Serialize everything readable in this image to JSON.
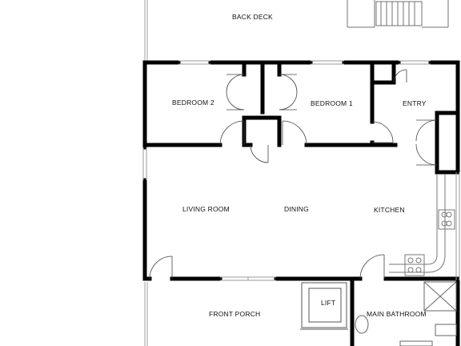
{
  "rooms": {
    "back_deck": "BACK DECK",
    "bedroom_2": "BEDROOM 2",
    "bedroom_1": "BEDROOM 1",
    "entry": "ENTRY",
    "living_room": "LIVING ROOM",
    "dining": "DINING",
    "kitchen": "KITCHEN",
    "front_porch": "FRONT PORCH",
    "lift": "LIFT",
    "main_bathroom": "MAIN BATHROOM"
  },
  "colors": {
    "wall": "#000000",
    "thin_line": "#9a9a9a",
    "background": "#ffffff"
  }
}
